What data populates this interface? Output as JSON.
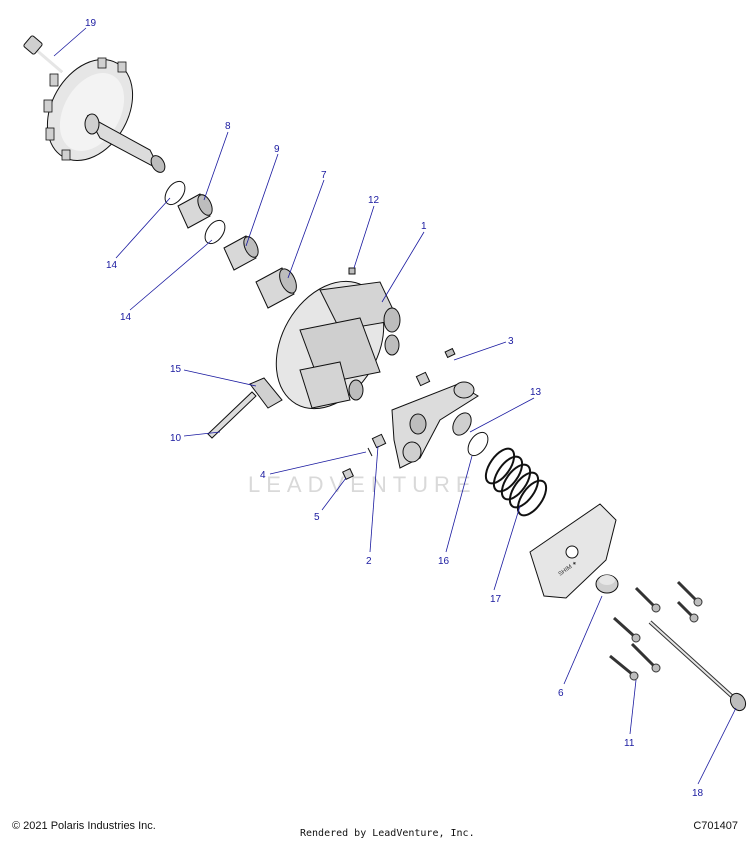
{
  "diagram": {
    "watermark": "LEADVENTURE",
    "callouts": [
      {
        "id": "19",
        "label": "19"
      },
      {
        "id": "8",
        "label": "8"
      },
      {
        "id": "9",
        "label": "9"
      },
      {
        "id": "7",
        "label": "7"
      },
      {
        "id": "12",
        "label": "12"
      },
      {
        "id": "1",
        "label": "1"
      },
      {
        "id": "14a",
        "label": "14"
      },
      {
        "id": "14b",
        "label": "14"
      },
      {
        "id": "3",
        "label": "3"
      },
      {
        "id": "15",
        "label": "15"
      },
      {
        "id": "13",
        "label": "13"
      },
      {
        "id": "10",
        "label": "10"
      },
      {
        "id": "4",
        "label": "4"
      },
      {
        "id": "5",
        "label": "5"
      },
      {
        "id": "2",
        "label": "2"
      },
      {
        "id": "16",
        "label": "16"
      },
      {
        "id": "17",
        "label": "17"
      },
      {
        "id": "6",
        "label": "6"
      },
      {
        "id": "11",
        "label": "11"
      },
      {
        "id": "18",
        "label": "18"
      }
    ]
  },
  "footer": {
    "copyright": "© 2021 Polaris Industries Inc.",
    "rendered_by": "Rendered by LeadVenture, Inc.",
    "code": "C701407"
  },
  "colors": {
    "callout": "#1a1aa0",
    "part_fill": "#e6e6e6",
    "part_shade": "#bdbdbd"
  }
}
